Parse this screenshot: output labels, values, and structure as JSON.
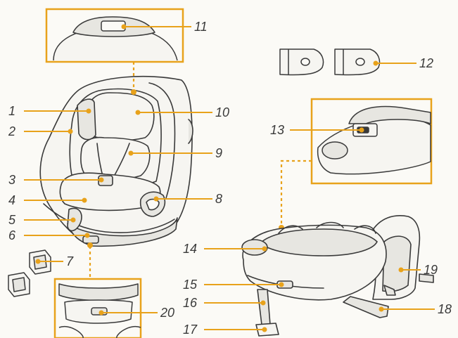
{
  "colors": {
    "accent": "#e8a21b",
    "outline": "#3a3a3a",
    "background": "#fbfaf6",
    "fill": "#f6f5f1",
    "shade": "#e7e6e1"
  },
  "labels": {
    "l1": "1",
    "l2": "2",
    "l3": "3",
    "l4": "4",
    "l5": "5",
    "l6": "6",
    "l7": "7",
    "l8": "8",
    "l9": "9",
    "l10": "10",
    "l11": "11",
    "l12": "12",
    "l13": "13",
    "l14": "14",
    "l15": "15",
    "l16": "16",
    "l17": "17",
    "l18": "18",
    "l19": "19",
    "l20": "20"
  }
}
